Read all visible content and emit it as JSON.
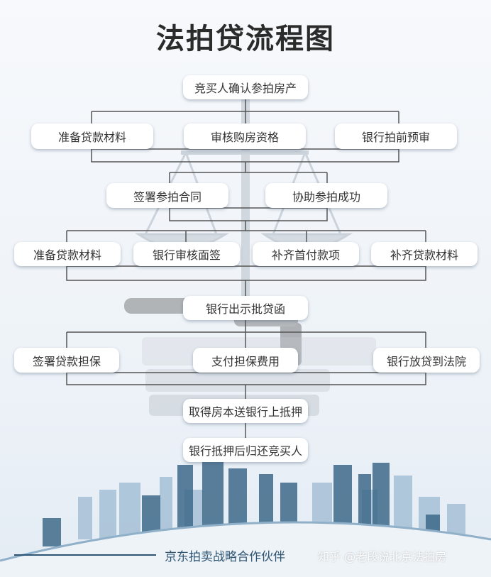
{
  "title": "法拍贷流程图",
  "steps": {
    "confirm": "竞买人确认参拍房产",
    "row1": [
      "准备贷款材料",
      "审核购房资格",
      "银行拍前预审"
    ],
    "row2": [
      "签署参拍合同",
      "协助参拍成功"
    ],
    "row3": [
      "准备贷款材料",
      "银行审核面签",
      "补齐首付款项",
      "补齐贷款材料"
    ],
    "approval": "银行出示批贷函",
    "row4": [
      "签署贷款担保",
      "支付担保费用",
      "银行放贷到法院"
    ],
    "deed": "取得房本送银行上抵押",
    "return": "银行抵押后归还竞买人"
  },
  "footer": {
    "tagline": "京东拍卖战略合作伙伴",
    "watermark": "知乎 @老段说北京法拍房"
  },
  "colors": {
    "line": "#555555",
    "skyline_dark": "#3e6a8a",
    "skyline_light": "#9dbad2"
  },
  "icons": [
    "justice-scale-icon",
    "gavel-icon",
    "law-books-icon"
  ]
}
